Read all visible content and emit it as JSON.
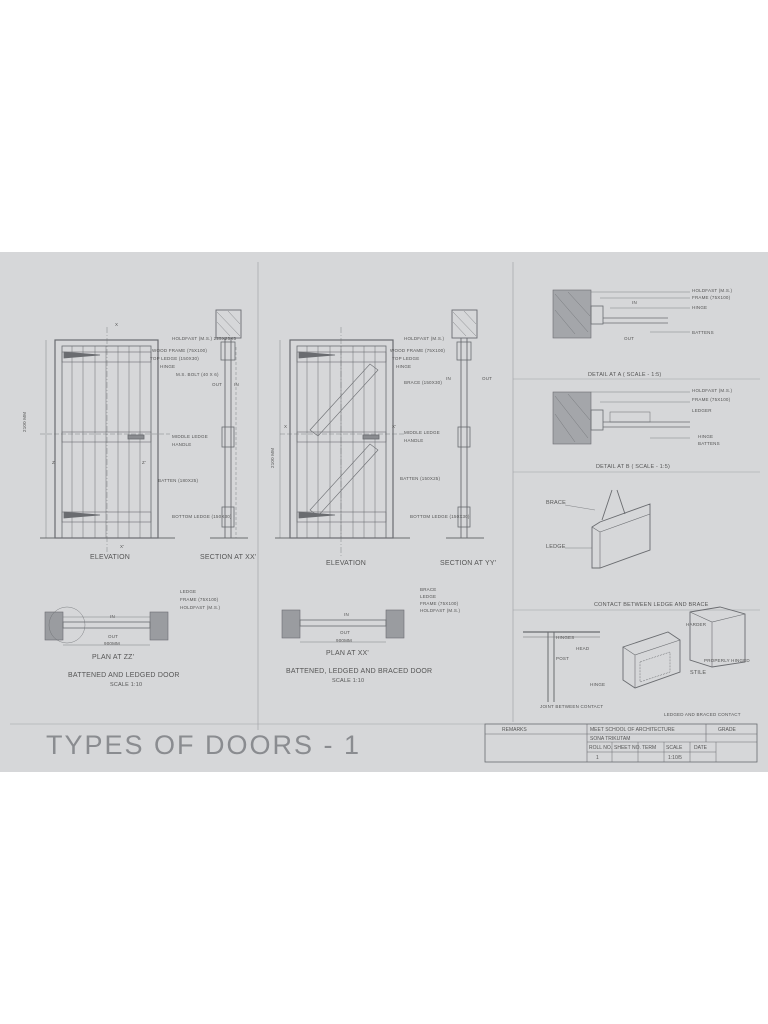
{
  "sheet_title": "TYPES OF DOORS - 1",
  "panel1": {
    "elevation_label": "ELEVATION",
    "section_label": "SECTION AT XX'",
    "plan_label": "PLAN AT ZZ'",
    "door_title": "BATTENED AND LEDGED DOOR",
    "scale": "SCALE 1:10",
    "callouts": [
      "HOLDFAST (M.S.) 225X25X5",
      "WOOD FRAME (75X100)",
      "TOP LEDGE (150X30)",
      "HINGE",
      "M.S. BOLT (40 X 6)",
      "MIDDLE LEDGE",
      "HANDLE",
      "BATTEN (180X25)",
      "BOTTOM LEDGE (150X30)"
    ],
    "side_marks": [
      "OUT",
      "IN",
      "Z",
      "Z'",
      "X",
      "X'"
    ],
    "vertical_dim": "2100 MM",
    "plan_callouts": [
      "LEDGE",
      "FRAME (75X100)",
      "HOLDFAST (M.S.)"
    ],
    "plan_dims": [
      "IN",
      "OUT",
      "900MM"
    ]
  },
  "panel2": {
    "elevation_label": "ELEVATION",
    "section_label": "SECTION AT YY'",
    "plan_label": "PLAN AT XX'",
    "door_title": "BATTENED, LEDGED AND BRACED DOOR",
    "scale": "SCALE 1:10",
    "callouts": [
      "HOLDFAST (M.S.)",
      "WOOD FRAME (75X100)",
      "TOP LEDGE",
      "HINGE",
      "BRACE (150X30)",
      "MIDDLE LEDGE",
      "HANDLE",
      "BATTEN (150X25)",
      "BOTTOM LEDGE (150X30)"
    ],
    "side_marks": [
      "OUT",
      "IN",
      "X",
      "X'"
    ],
    "vertical_dim": "2100 MM",
    "plan_callouts": [
      "BRACE",
      "LEDGE",
      "FRAME (75X100)",
      "HOLDFAST (M.S.)"
    ],
    "plan_dims": [
      "IN",
      "OUT",
      "900MM"
    ]
  },
  "details": {
    "detail_a_callouts": [
      "HOLDFAST (M.S.)",
      "FRAME (75X100)",
      "HINGE",
      "BATTENS"
    ],
    "detail_a_marks": [
      "IN",
      "OUT"
    ],
    "detail_a_title": "DETAIL AT A ( SCALE - 1:5)",
    "detail_b_callouts": [
      "HOLDFAST (M.S.)",
      "FRAME (75X100)",
      "LEDGER",
      "HINGE",
      "BATTENS"
    ],
    "detail_b_title": "DETAIL AT B ( SCALE - 1:5)",
    "iso_labels": [
      "BRACE",
      "LEDGE"
    ],
    "iso_title": "CONTACT BETWEEN LEDGE AND BRACE",
    "joint_labels": [
      "HINGES",
      "HEAD",
      "POST",
      "HINGE",
      "HARDER",
      "PROPERLY HINGED",
      "STILE"
    ],
    "joint_caption": "JOINT BETWEEN CONTACT",
    "joint_note": "LEDGED AND BRACED CONTACT"
  },
  "title_block": {
    "remarks": "REMARKS",
    "school": "MEET SCHOOL OF ARCHITECTURE",
    "student": "SONA TRIKUTAM",
    "headers": [
      "ROLL NO.",
      "SHEET NO.",
      "TERM",
      "SCALE",
      "DATE"
    ],
    "values": [
      "1",
      "",
      "",
      "1:10/5",
      ""
    ],
    "grade_label": "GRADE"
  }
}
